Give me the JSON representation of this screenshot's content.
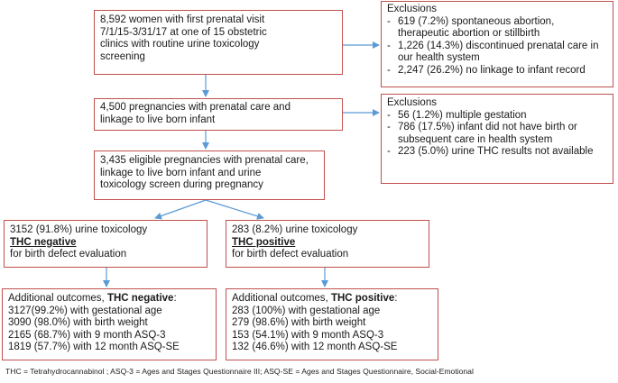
{
  "box1": {
    "lines": [
      "8,592 women with first prenatal visit",
      "7/1/15-3/31/17 at one of 15 obstetric",
      "clinics with routine urine toxicology",
      "screening"
    ]
  },
  "exclusions1": {
    "title": "Exclusions",
    "items": [
      "619 (7.2%) spontaneous abortion, therapeutic abortion or stillbirth",
      "1,226  (14.3%) discontinued prenatal care in our health system",
      "2,247 (26.2%) no linkage to infant record"
    ]
  },
  "box2": {
    "lines": [
      "4,500 pregnancies with prenatal care and",
      "linkage to live born infant"
    ]
  },
  "exclusions2": {
    "title": "Exclusions",
    "items": [
      "56 (1.2%) multiple gestation",
      "786 (17.5%) infant did not have birth or subsequent care in health system",
      "223 (5.0%) urine THC results not available"
    ]
  },
  "box3": {
    "lines": [
      "3,435 eligible pregnancies with prenatal care,",
      "linkage to live born infant and urine",
      "toxicology screen during pregnancy"
    ]
  },
  "negative": {
    "line1": "3152 (91.8%) urine toxicology",
    "label": "THC negative",
    "line3": "for birth defect evaluation"
  },
  "positive": {
    "line1": "283 (8.2%) urine toxicology",
    "label": "THC positive",
    "line3": "for birth defect evaluation"
  },
  "neg_outcomes": {
    "prefix": "Additional outcomes, ",
    "label": "THC negative",
    "suffix": ":",
    "lines": [
      "3127(99.2%) with gestational age",
      "3090 (98.0%) with birth weight",
      "2165 (68.7%) with 9 month ASQ-3",
      "1819 (57.7%) with 12 month ASQ-SE"
    ]
  },
  "pos_outcomes": {
    "prefix": "Additional outcomes, ",
    "label": "THC positive",
    "suffix": ":",
    "lines": [
      "283 (100%) with gestational age",
      "279 (98.6%) with birth weight",
      "153 (54.1%) with 9 month ASQ-3",
      "132 (46.6%) with 12 month ASQ-SE"
    ]
  },
  "footnote": "THC = Tetrahydrocannabinol ; ASQ-3 = Ages and Stages Questionnaire III; ASQ-SE = Ages and Stages Questionnaire, Social-Emotional",
  "colors": {
    "box_border": "#c0504d",
    "arrow": "#5b9bd5"
  }
}
